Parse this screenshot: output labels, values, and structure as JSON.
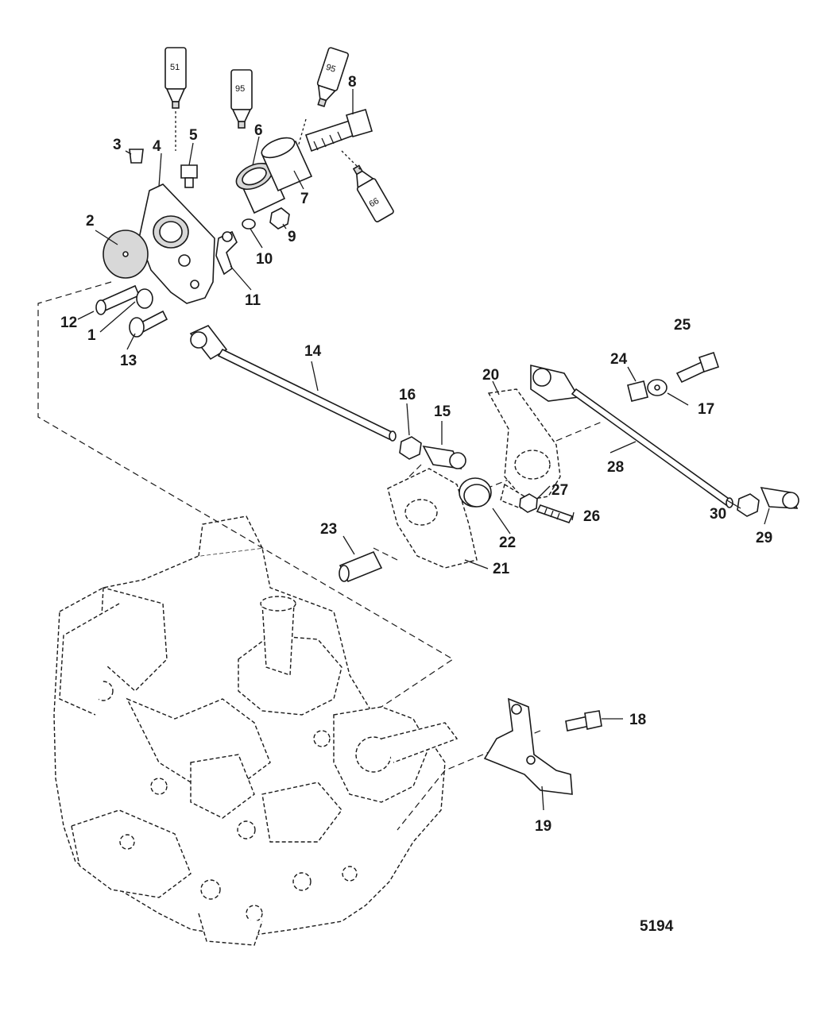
{
  "figure_number": "5194",
  "sealant_tubes": [
    "51",
    "95",
    "95",
    "66"
  ],
  "callouts": [
    "1",
    "2",
    "3",
    "4",
    "5",
    "6",
    "7",
    "8",
    "9",
    "10",
    "11",
    "12",
    "13",
    "14",
    "15",
    "16",
    "17",
    "18",
    "19",
    "20",
    "21",
    "22",
    "23",
    "24",
    "25",
    "26",
    "27",
    "28",
    "29",
    "30"
  ]
}
